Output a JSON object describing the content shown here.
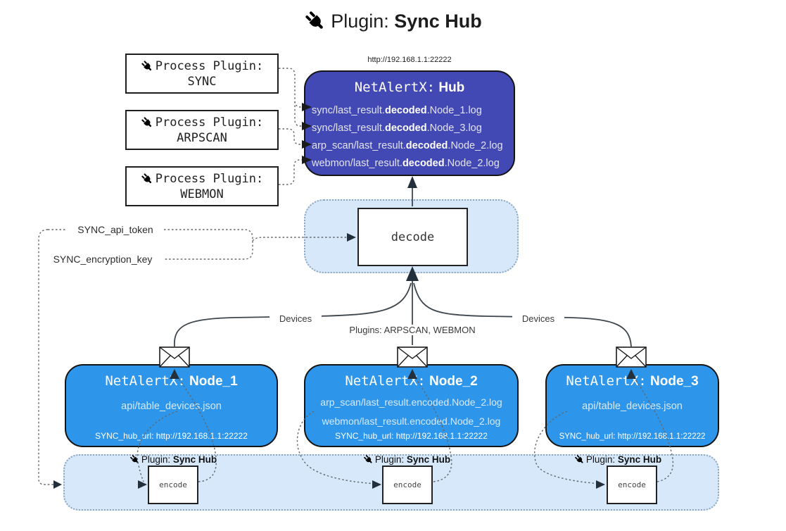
{
  "title": {
    "prefix": "Plugin:",
    "name": "Sync Hub"
  },
  "hub": {
    "url": "http://192.168.1.1:22222",
    "name_prefix": "NetAlertX:",
    "name": "Hub",
    "files": [
      {
        "pre": "sync/last_result.",
        "bold": "decoded",
        "post": ".Node_1.log"
      },
      {
        "pre": "sync/last_result.",
        "bold": "decoded",
        "post": ".Node_3.log"
      },
      {
        "pre": "arp_scan/last_result.",
        "bold": "decoded",
        "post": ".Node_2.log"
      },
      {
        "pre": "webmon/last_result.",
        "bold": "decoded",
        "post": ".Node_2.log"
      }
    ]
  },
  "process_plugins": [
    {
      "label": "Process Plugin:",
      "name": "SYNC"
    },
    {
      "label": "Process Plugin:",
      "name": "ARPSCAN"
    },
    {
      "label": "Process Plugin:",
      "name": "WEBMON"
    }
  ],
  "decode_box": {
    "label": "decode"
  },
  "settings": {
    "api_token": "SYNC_api_token",
    "encryption_key": "SYNC_encryption_key"
  },
  "edge_labels": {
    "devices_left": "Devices",
    "plugins_center": "Plugins: ARPSCAN, WEBMON",
    "devices_right": "Devices"
  },
  "nodes": [
    {
      "name_prefix": "NetAlertX:",
      "name": "Node_1",
      "files": [
        "api/table_devices.json"
      ],
      "hub_url": "SYNC_hub_url: http://192.168.1.1:22222"
    },
    {
      "name_prefix": "NetAlertX:",
      "name": "Node_2",
      "files": [
        "arp_scan/last_result.encoded.Node_2.log",
        "webmon/last_result.encoded.Node_2.log"
      ],
      "hub_url": "SYNC_hub_url: http://192.168.1.1:22222"
    },
    {
      "name_prefix": "NetAlertX:",
      "name": "Node_3",
      "files": [
        "api/table_devices.json"
      ],
      "hub_url": "SYNC_hub_url: http://192.168.1.1:22222"
    }
  ],
  "encode_band": {
    "plugin_prefix": "Plugin:",
    "plugin_name": "Sync Hub",
    "encode_label": "encode"
  },
  "colors": {
    "hub_bg": "#4349b4",
    "node_bg": "#2e96ea",
    "band_bg": "#d6e8fa",
    "band_border": "#8da6bd",
    "line": "#3f474e",
    "dotted": "#61676d"
  }
}
